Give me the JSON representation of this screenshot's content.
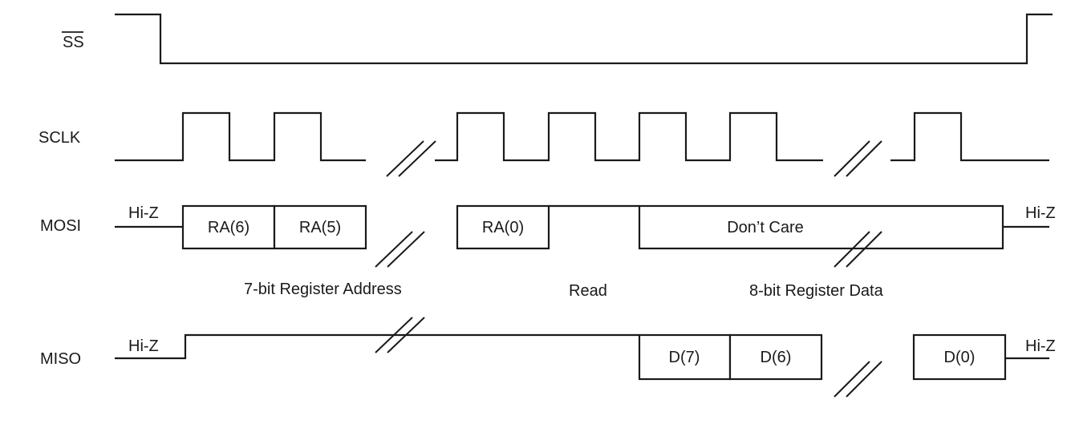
{
  "signals": {
    "ss": "SS",
    "sclk": "SCLK",
    "mosi": "MOSI",
    "miso": "MISO"
  },
  "hiz": {
    "mosi_left": "Hi-Z",
    "mosi_right": "Hi-Z",
    "miso_left": "Hi-Z",
    "miso_right": "Hi-Z"
  },
  "mosi_boxes": [
    "RA(6)",
    "RA(5)",
    "RA(0)",
    "Don’t Care"
  ],
  "miso_boxes": [
    "D(7)",
    "D(6)",
    "D(0)"
  ],
  "notes": {
    "address": "7-bit Register Address",
    "read": "Read",
    "data": "8-bit Register Data"
  }
}
